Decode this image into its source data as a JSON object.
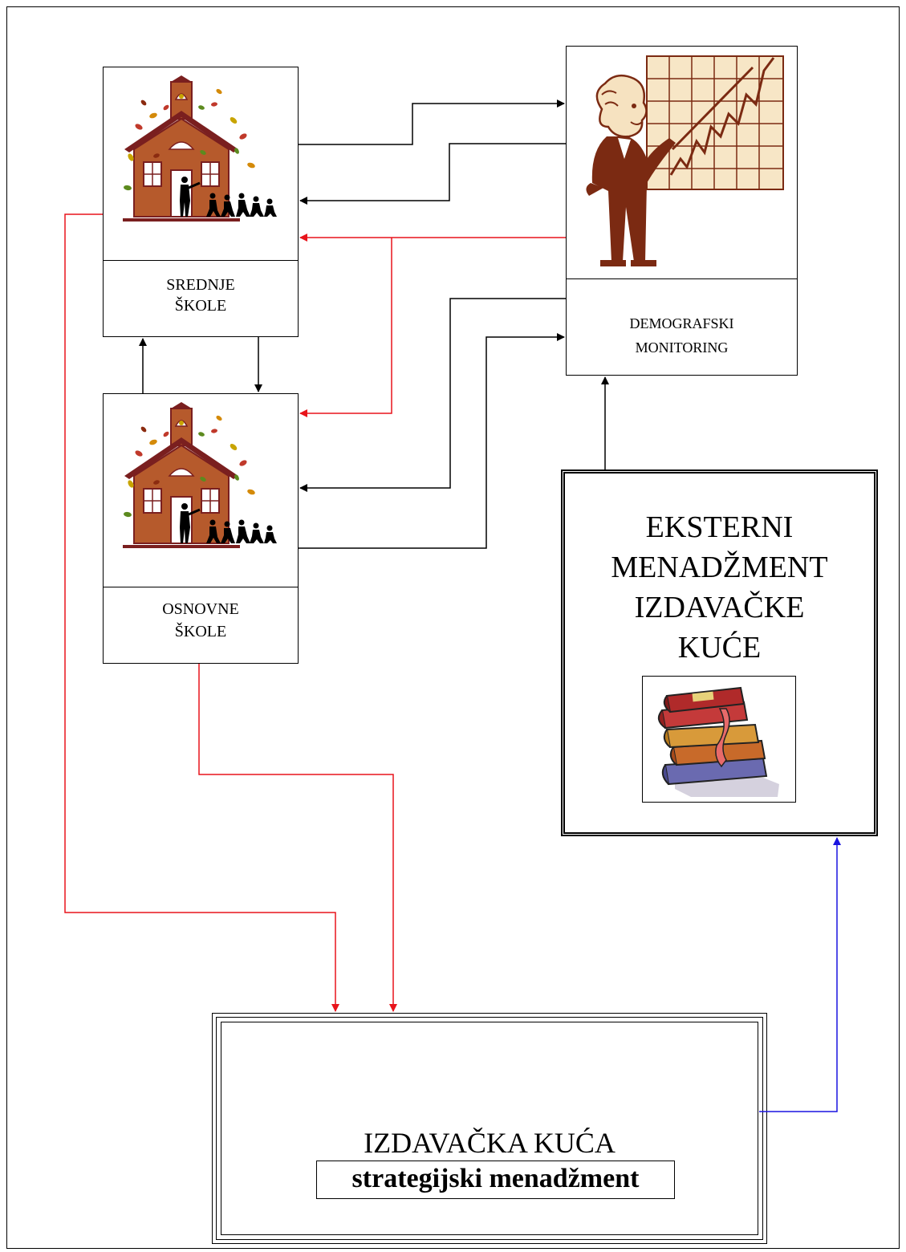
{
  "nodes": {
    "srednje_skole": {
      "line1": "SREDNJE",
      "line2": "ŠKOLE"
    },
    "osnovne_skole": {
      "line1": "OSNOVNE",
      "line2": "ŠKOLE"
    },
    "demografski": {
      "line1": "DEMOGRAFSKI",
      "line2": "MONITORING"
    },
    "eksterni": {
      "line1": "EKSTERNI",
      "line2": "MENADŽMENT",
      "line3": "IZDAVAČKE",
      "line4": "KUĆE"
    },
    "izdavacka": {
      "title": "IZDAVAČKA KUĆA",
      "subtitle": "strategijski menadžment"
    }
  },
  "icons": {
    "school": "schoolhouse-icon",
    "presenter": "presenter-chart-icon",
    "books": "book-stack-icon"
  },
  "colors": {
    "black_edge": "#000000",
    "red_edge": "#e8141b",
    "blue_edge": "#1a14e0",
    "school_brick": "#b65a2c",
    "school_roof": "#7a1f1f",
    "presenter_suit": "#7b2a12",
    "chart_bg": "#f7e6c6"
  }
}
